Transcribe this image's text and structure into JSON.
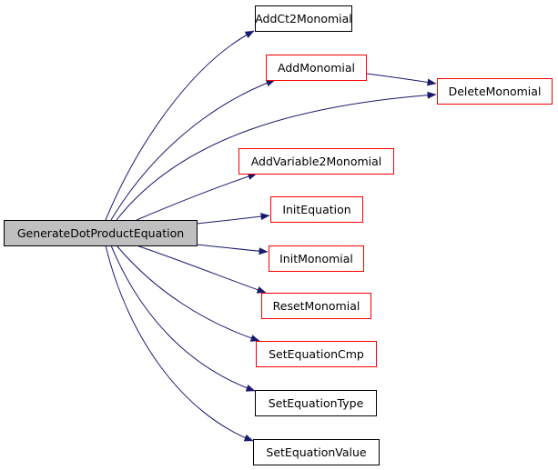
{
  "colors": {
    "edge": "#191970",
    "source_fill": "#bfbfbf",
    "source_border": "#000000",
    "plain_border": "#000000",
    "linked_border": "#ff0000",
    "node_fill": "#ffffff"
  },
  "source": {
    "label": "GenerateDotProductEquation"
  },
  "nodes": [
    {
      "id": "addct2monomial",
      "label": "AddCt2Monomial",
      "border": "plain"
    },
    {
      "id": "addmonomial",
      "label": "AddMonomial",
      "border": "linked"
    },
    {
      "id": "deletemonomial",
      "label": "DeleteMonomial",
      "border": "linked"
    },
    {
      "id": "addvariable2monomial",
      "label": "AddVariable2Monomial",
      "border": "linked"
    },
    {
      "id": "initequation",
      "label": "InitEquation",
      "border": "linked"
    },
    {
      "id": "initmonomial",
      "label": "InitMonomial",
      "border": "linked"
    },
    {
      "id": "resetmonomial",
      "label": "ResetMonomial",
      "border": "linked"
    },
    {
      "id": "setequationcmp",
      "label": "SetEquationCmp",
      "border": "linked"
    },
    {
      "id": "setequationtype",
      "label": "SetEquationType",
      "border": "plain"
    },
    {
      "id": "setequationvalue",
      "label": "SetEquationValue",
      "border": "plain"
    }
  ],
  "edges": [
    {
      "from": "source",
      "to": "addct2monomial"
    },
    {
      "from": "source",
      "to": "addmonomial"
    },
    {
      "from": "source",
      "to": "deletemonomial"
    },
    {
      "from": "addmonomial",
      "to": "deletemonomial"
    },
    {
      "from": "source",
      "to": "addvariable2monomial"
    },
    {
      "from": "source",
      "to": "initequation"
    },
    {
      "from": "source",
      "to": "initmonomial"
    },
    {
      "from": "source",
      "to": "resetmonomial"
    },
    {
      "from": "source",
      "to": "setequationcmp"
    },
    {
      "from": "source",
      "to": "setequationtype"
    },
    {
      "from": "source",
      "to": "setequationvalue"
    }
  ]
}
